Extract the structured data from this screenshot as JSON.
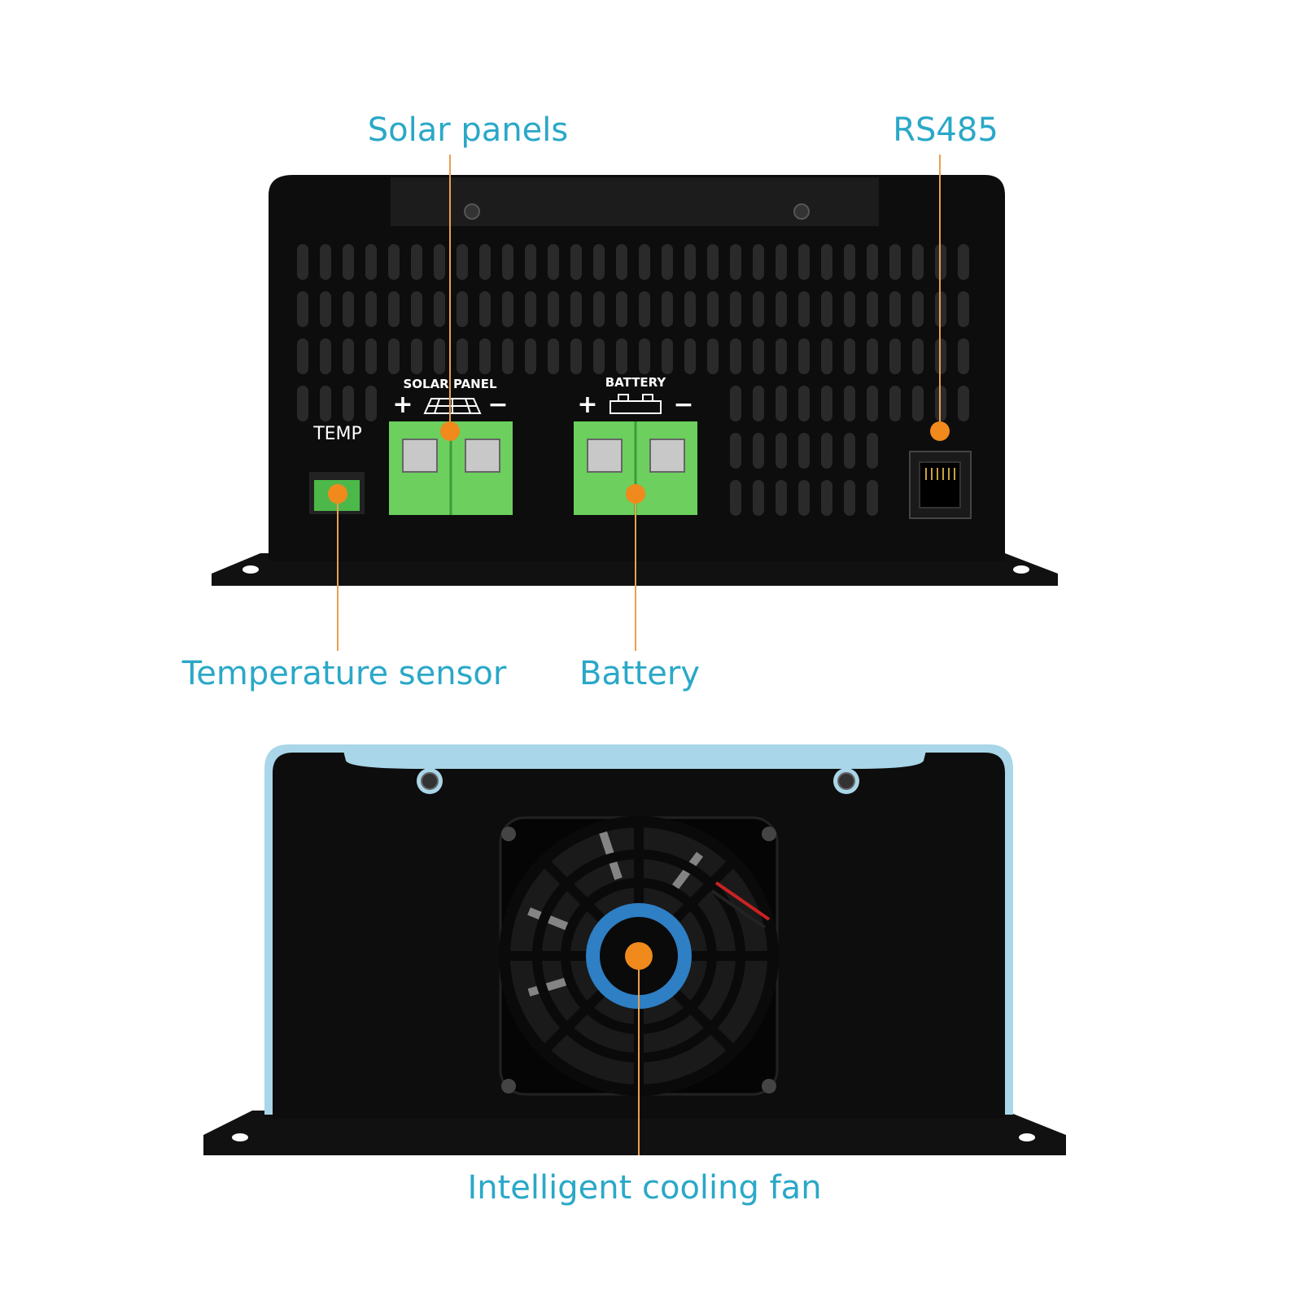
{
  "colors": {
    "callout_text": "#2aa8c8",
    "leader_line": "#e8a050",
    "marker_dot": "#f08a1c",
    "housing": "#0d0d0d",
    "side_panel": "#a9d6e8",
    "terminal_green": "#6ccf5e"
  },
  "callouts": {
    "solar": "Solar panels",
    "rs485": "RS485",
    "temp_sensor": "Temperature sensor",
    "battery": "Battery",
    "fan": "Intelligent cooling fan"
  },
  "panel_labels": {
    "temp": "TEMP",
    "solar_panel": "SOLAR PANEL",
    "battery": "BATTERY",
    "plus": "+",
    "minus": "−"
  },
  "icons": {
    "solar": "solar-module-icon",
    "battery": "battery-icon"
  }
}
